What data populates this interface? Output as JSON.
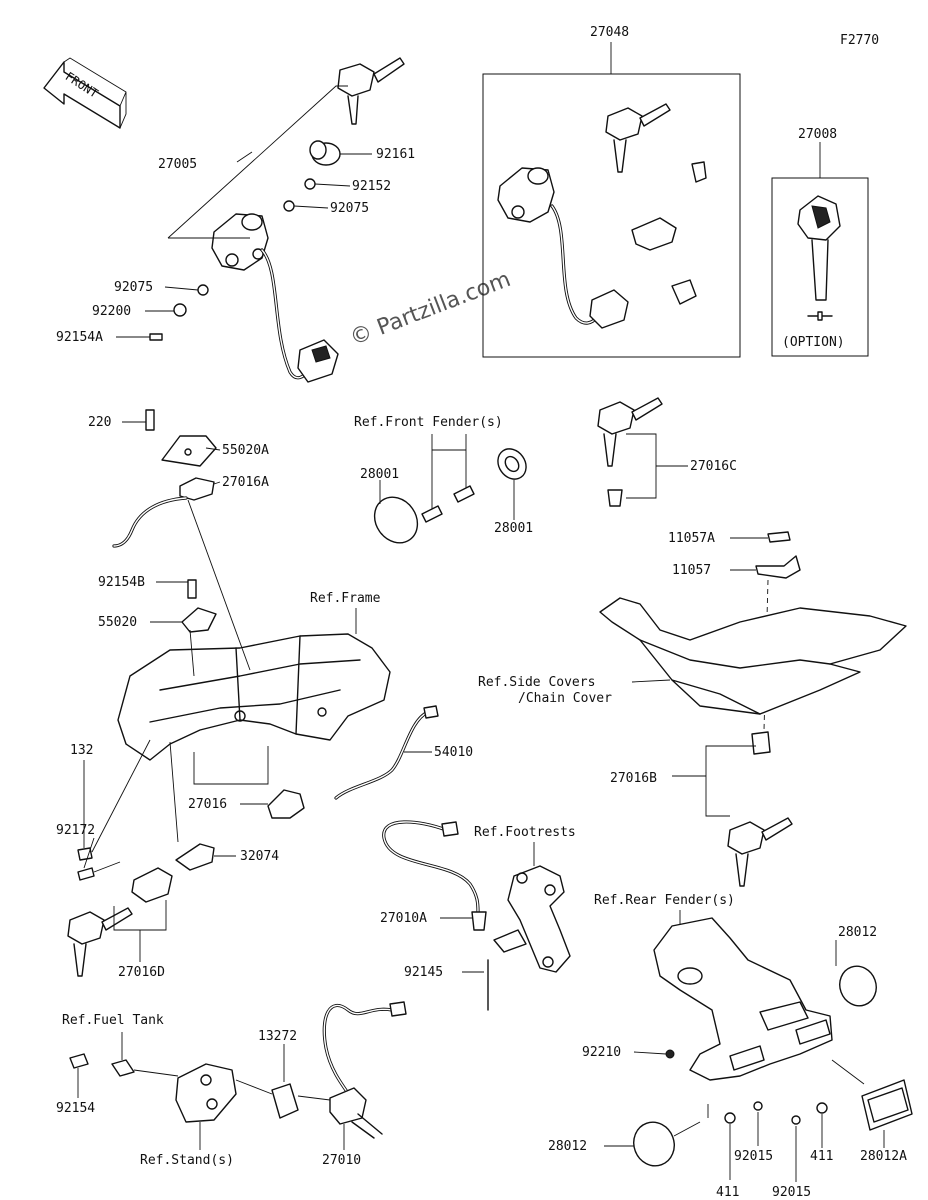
{
  "figure_code": "F2770",
  "front_label": "FRONT",
  "watermark": "© Partzilla.com",
  "option_label": "(OPTION)",
  "part_labels": {
    "p27048": "27048",
    "p27008": "27008",
    "p27005": "27005",
    "p92161": "92161",
    "p92152": "92152",
    "p92075a": "92075",
    "p92075b": "92075",
    "p92200": "92200",
    "p92154A": "92154A",
    "p220": "220",
    "p55020A": "55020A",
    "p27016A": "27016A",
    "p28001a": "28001",
    "p28001b": "28001",
    "p27016C": "27016C",
    "p11057A": "11057A",
    "p11057": "11057",
    "p92154B": "92154B",
    "p55020": "55020",
    "p132": "132",
    "p54010": "54010",
    "p27016": "27016",
    "p27016B": "27016B",
    "p92172": "92172",
    "p32074": "32074",
    "p27016D": "27016D",
    "p27010A": "27010A",
    "p92145": "92145",
    "p13272": "13272",
    "p27010": "27010",
    "p92154": "92154",
    "p28012a": "28012",
    "p92210": "92210",
    "p28012b": "28012",
    "p92015a": "92015",
    "p411a": "411",
    "p411b": "411",
    "p92015b": "92015",
    "p28012A": "28012A"
  },
  "ref_labels": {
    "front_fender": "Ref.Front Fender(s)",
    "frame": "Ref.Frame",
    "side_covers_1": "Ref.Side Covers",
    "side_covers_2": "/Chain Cover",
    "footrests": "Ref.Footrests",
    "rear_fender": "Ref.Rear Fender(s)",
    "fuel_tank": "Ref.Fuel Tank",
    "stand": "Ref.Stand(s)"
  }
}
